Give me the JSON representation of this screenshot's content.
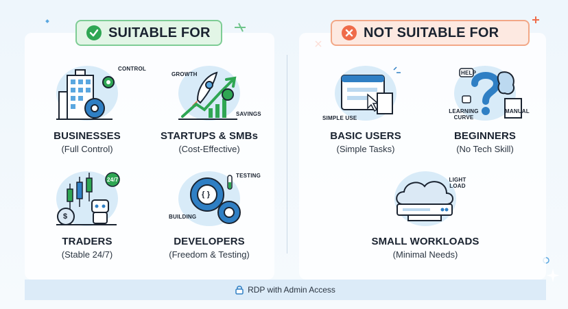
{
  "suitable": {
    "header": "SUITABLE FOR",
    "cards": [
      {
        "title": "BUSINESSES",
        "subtitle": "(Full Control)",
        "tag": "CONTROL",
        "icon": "building-gear-icon"
      },
      {
        "title": "STARTUPS & SMBs",
        "subtitle": "(Cost-Effective)",
        "tag_a": "GROWTH",
        "tag_b": "SAVINGS",
        "icon": "rocket-growth-icon"
      },
      {
        "title": "TRADERS",
        "subtitle": "(Stable 24/7)",
        "tag": "24/7",
        "coin": "$",
        "icon": "candlestick-bot-icon"
      },
      {
        "title": "DEVELOPERS",
        "subtitle": "(Freedom & Testing)",
        "tag_a": "TESTING",
        "tag_b": "BUILDING",
        "code": "{ }",
        "icon": "code-gears-icon"
      }
    ]
  },
  "not_suitable": {
    "header": "NOT SUITABLE FOR",
    "cards": [
      {
        "title": "BASIC USERS",
        "subtitle": "(Simple Tasks)",
        "tag": "SIMPLE USE",
        "icon": "browser-window-icon"
      },
      {
        "title": "BEGINNERS",
        "subtitle": "(No Tech Skill)",
        "tag_a": "HELP",
        "tag_b": "LEARNING CURVE",
        "tag_c": "MANUAL",
        "icon": "question-brain-icon"
      },
      {
        "title": "SMALL WORKLOADS",
        "subtitle": "(Minimal Needs)",
        "tag": "LIGHT LOAD",
        "icon": "cloud-server-icon"
      }
    ]
  },
  "footer": {
    "text": "RDP with Admin Access",
    "icon": "lock-icon"
  },
  "colors": {
    "green": "#2fa653",
    "orange": "#ef6b4a",
    "blue": "#2f7fc4",
    "dark": "#1a2330"
  }
}
